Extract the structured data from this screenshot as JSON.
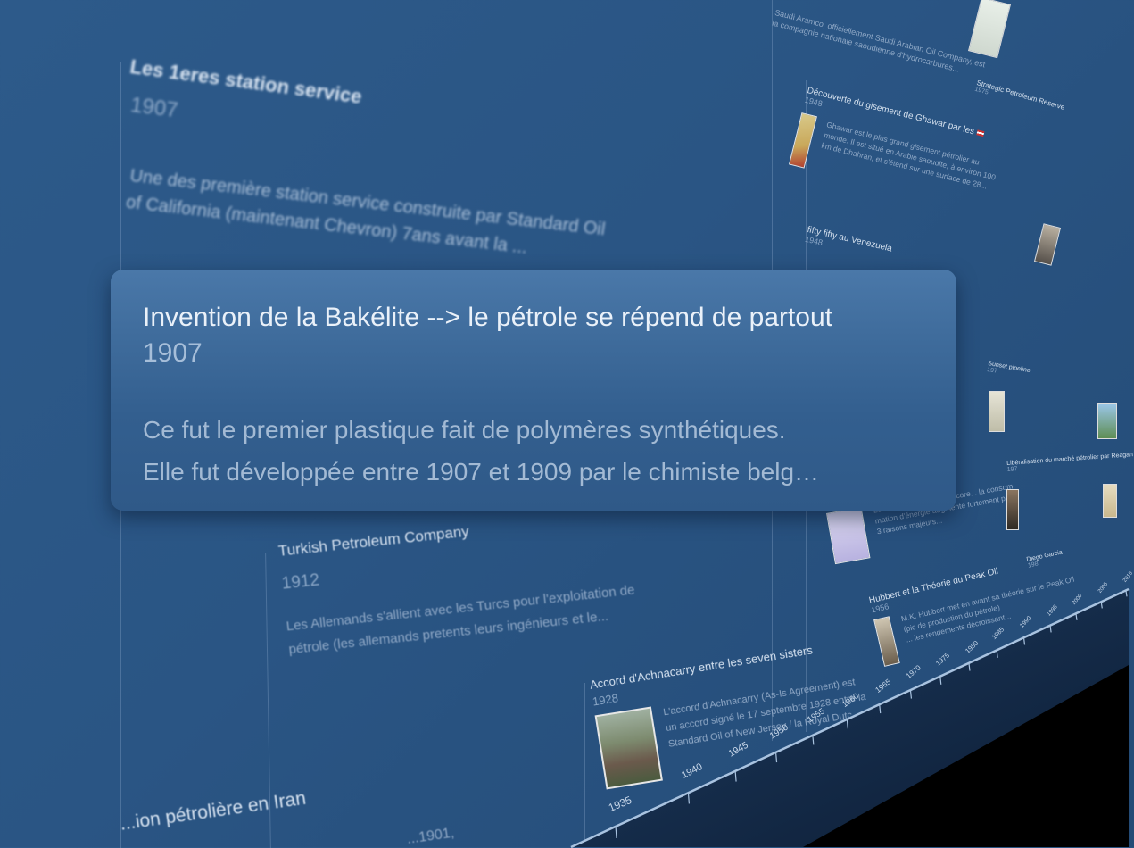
{
  "popup": {
    "title": "Invention de la Bakélite --> le pétrole se répend de partout",
    "year": "1907",
    "desc_lines": [
      "Ce fut le premier plastique fait de polymères synthétiques.",
      "Elle fut développée entre 1907 et 1909 par le chimiste belg…"
    ]
  },
  "bg_event_1": {
    "title": "Les 1eres station service",
    "year": "1907",
    "desc_lines": [
      "Une des première station service construite par Standard Oil",
      "of California (maintenant Chevron) 7ans avant la ..."
    ]
  },
  "event_turkish": {
    "title": "Turkish Petroleum Company",
    "year": "1912",
    "desc_lines": [
      "Les Allemands s'allient avec les Turcs pour l'exploitation de",
      "pétrole (les allemands pretents leurs ingénieurs et le..."
    ]
  },
  "event_achnacarry": {
    "title": "Accord d'Achnacarry entre les seven sisters",
    "year": "1928",
    "desc_lines": [
      "L'accord d'Achnacarry (As-Is Agreement) est",
      "un accord signé le 17 septembre 1928 entre la",
      "Standard Oil of New Jersey / la Royal Dutc..."
    ]
  },
  "event_iran": {
    "title": "...ion pétrolière en Iran",
    "desc": "...1901,"
  },
  "event_aramco": {
    "desc_lines": [
      "Saudi Aramco, officiellement Saudi Arabian Oil Company, est",
      "la compagnie nationale saoudienne d'hydrocarbures..."
    ]
  },
  "event_ghawar": {
    "title": "Découverte du gisement de Ghawar par les",
    "year": "1948",
    "desc_lines": [
      "Ghawar est le plus grand gisement pétrolier au",
      "monde. Il est situé en Arabie saoudite, à environ 100",
      "km de Dhahran, et s'étend sur une surface de 28..."
    ]
  },
  "event_fifty": {
    "title": "fifty fifty au Venezuela",
    "year": "1948"
  },
  "event_hubbert": {
    "title": "Hubbert et la Théorie du Peak Oil",
    "year": "1956",
    "desc_lines": [
      "M.K. Hubbert met en avant sa théorie sur le Peak Oil",
      "(pic de production du pétrole)",
      "... les rendements décroissant..."
    ]
  },
  "event_choc": {
    "desc_lines": [
      "Lors de la parenthèse encore... la consom-",
      "mation d'énergie augmente fortement pour",
      "3 raisons majeurs..."
    ]
  },
  "event_small_right": [
    {
      "title": "Strategic Petroleum Reserve",
      "year": "1975"
    },
    {
      "title": "Sunset pipeline",
      "year": "197"
    },
    {
      "title": "Libéralisation du marché pétrolier par Reagan",
      "year": "197"
    },
    {
      "title": "Diego Garcia",
      "year": "198"
    }
  ],
  "axis_ticks": [
    "1935",
    "1940",
    "1945",
    "1950",
    "1955",
    "1960",
    "1965",
    "1970",
    "1975",
    "1980",
    "1985",
    "1990",
    "1995",
    "2000",
    "2005",
    "2010"
  ]
}
